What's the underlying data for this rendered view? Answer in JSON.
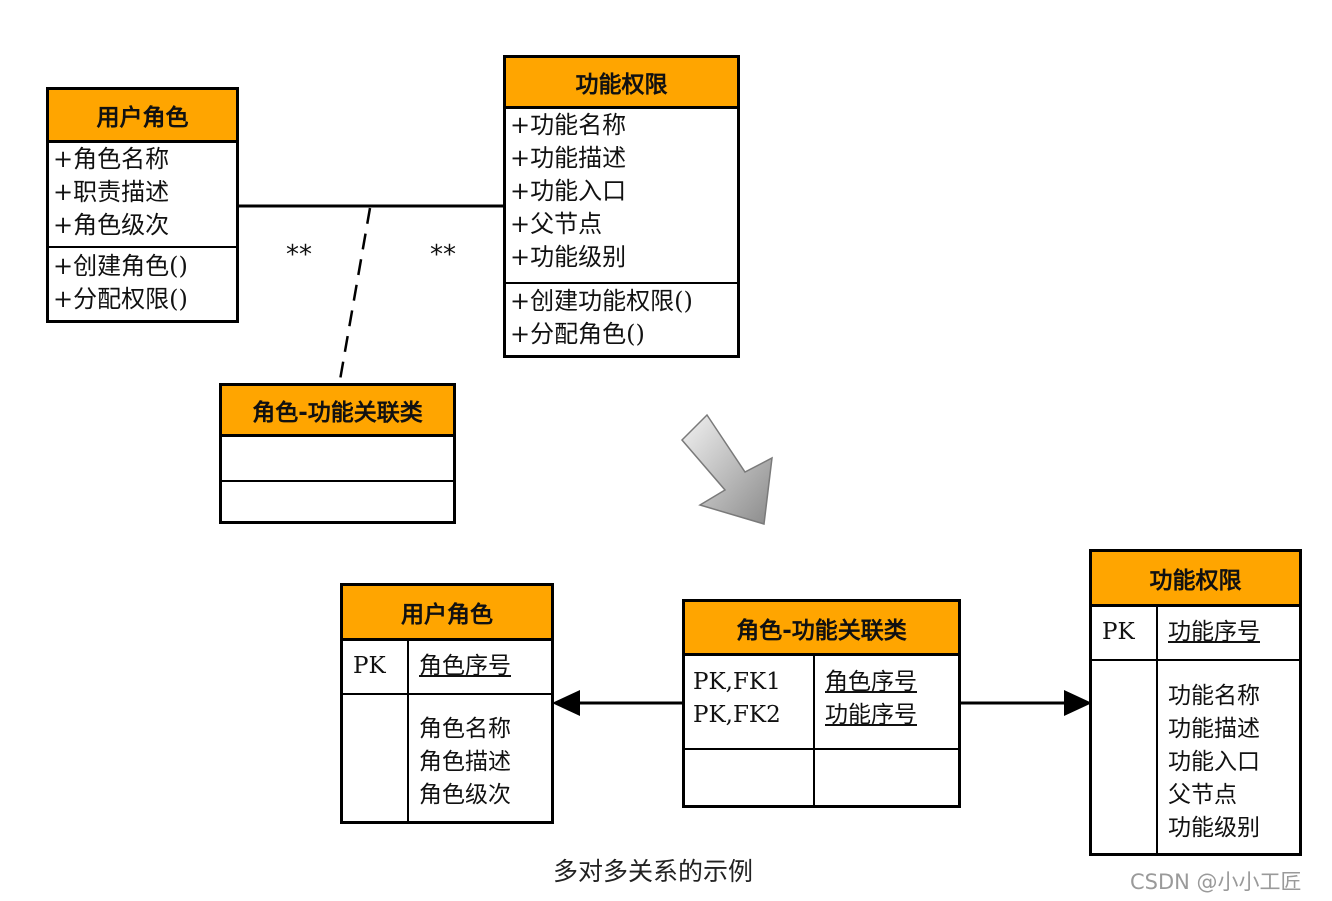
{
  "uml": {
    "user_role": {
      "title": "用户角色",
      "attributes": [
        "+角色名称",
        "+职责描述",
        "+角色级次"
      ],
      "methods": [
        "+创建角色()",
        "+分配权限()"
      ]
    },
    "function_permission": {
      "title": "功能权限",
      "attributes": [
        "+功能名称",
        "+功能描述",
        "+功能入口",
        "+父节点",
        "+功能级别"
      ],
      "methods": [
        "+创建功能权限()",
        "+分配角色()"
      ]
    },
    "association": {
      "title": "角色-功能关联类"
    },
    "multiplicity_left": "**",
    "multiplicity_right": "**"
  },
  "er": {
    "user_role": {
      "title": "用户角色",
      "pk_label": "PK",
      "pk_field": "角色序号",
      "fields": [
        "角色名称",
        "角色描述",
        "角色级次"
      ]
    },
    "association": {
      "title": "角色-功能关联类",
      "keys": [
        "PK,FK1",
        "PK,FK2"
      ],
      "key_fields": [
        "角色序号",
        "功能序号"
      ]
    },
    "function_permission": {
      "title": "功能权限",
      "pk_label": "PK",
      "pk_field": "功能序号",
      "fields": [
        "功能名称",
        "功能描述",
        "功能入口",
        "父节点",
        "功能级别"
      ]
    }
  },
  "caption": "多对多关系的示例",
  "watermark": "CSDN @小小工匠",
  "colors": {
    "header_fill": "#ffa500",
    "border": "#000000",
    "arrow_gray": "#9a9a9a"
  }
}
